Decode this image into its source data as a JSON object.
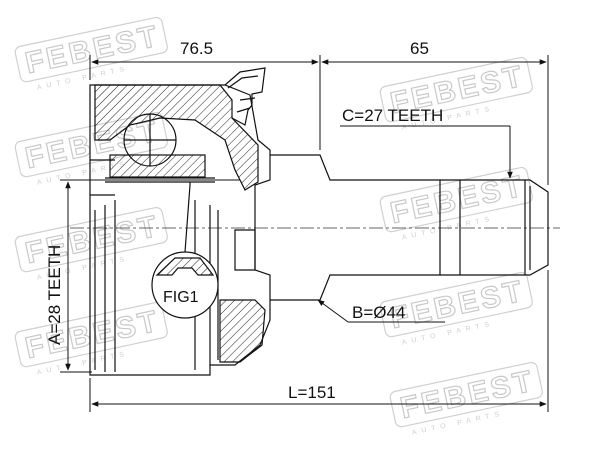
{
  "dimensions": {
    "top_left": "76.5",
    "top_right": "65",
    "total_length": "L=151",
    "outer_spline": "A=28 TEETH",
    "inner_spline": "C=27 TEETH",
    "seal_diameter": "B=Ø44"
  },
  "detail_label": "FIG1",
  "watermark": {
    "brand": "FEBEST",
    "tagline": "AUTO PARTS"
  }
}
